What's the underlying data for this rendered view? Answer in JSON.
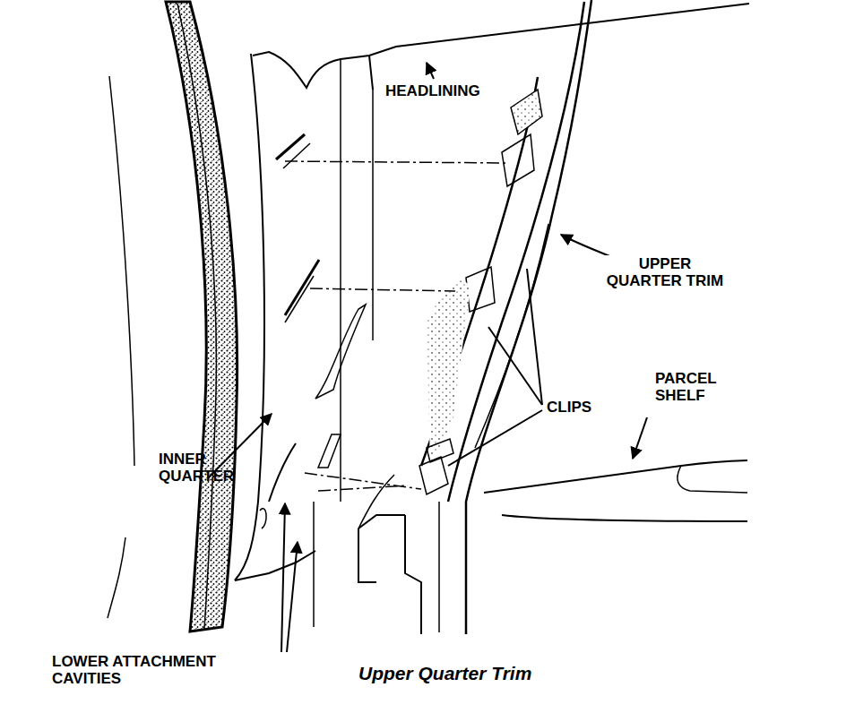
{
  "diagram": {
    "caption": "Upper Quarter Trim",
    "labels": [
      "HEADLINING",
      "UPPER QUARTER TRIM",
      "CLIPS",
      "PARCEL SHELF",
      "INNER QUARTER",
      "LOWER ATTACHMENT CAVITIES"
    ]
  }
}
